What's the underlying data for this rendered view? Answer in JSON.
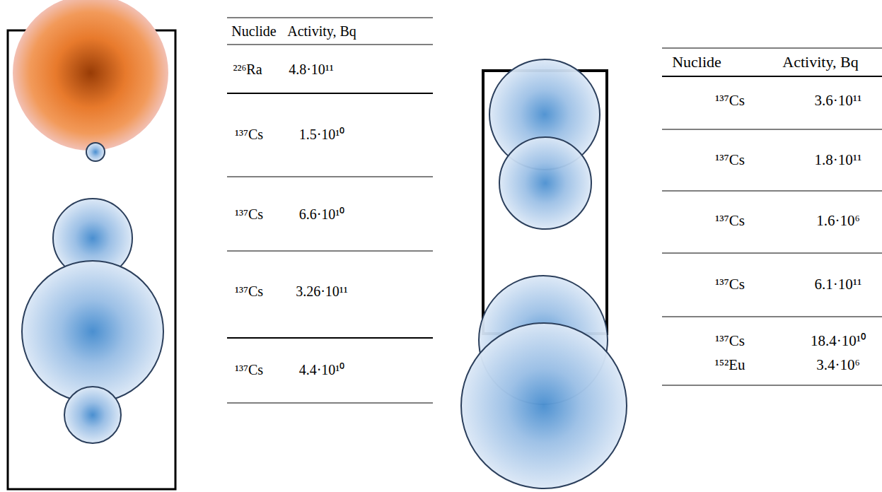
{
  "diagram": {
    "labels": [
      "Nuclide",
      "Activity, Bq",
      "²²⁶Ra",
      "4.8·10¹¹",
      "¹³⁷Cs",
      "1.5·10¹⁰",
      "¹³⁷Cs",
      "6.6·10¹⁰",
      "¹³⁷Cs",
      "3.26·10¹¹",
      "¹³⁷Cs",
      "4.4·10¹⁰",
      "Nuclide",
      "Activity, Bq",
      "¹³⁷Cs",
      "3.6·10¹¹",
      "¹³⁷Cs",
      "1.8·10¹¹",
      "¹³⁷Cs",
      "1.6·10⁶",
      "¹³⁷Cs",
      "6.1·10¹¹",
      "¹³⁷Cs",
      "¹⁵²Eu",
      "18.4·10¹⁰",
      "3.4·10⁶"
    ]
  }
}
